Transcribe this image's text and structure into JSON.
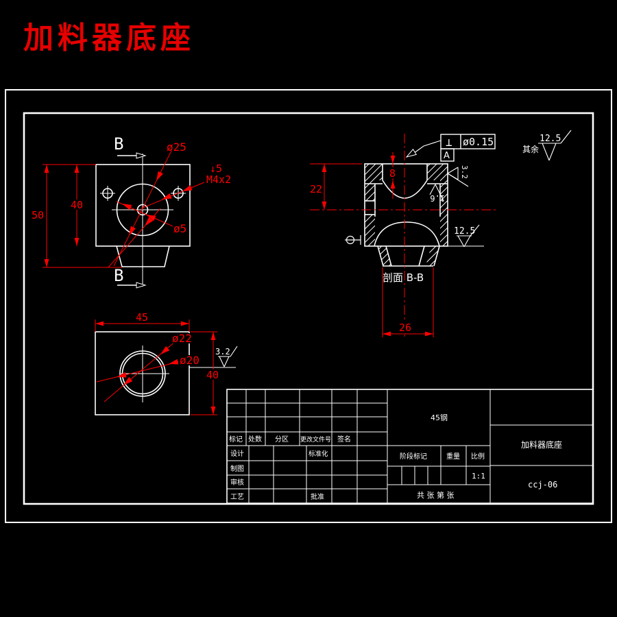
{
  "title": "加料器底座",
  "colors": {
    "background": "#000000",
    "line": "#ffffff",
    "dimension": "#ff0000",
    "title_red": "#e60000"
  },
  "front_view": {
    "section_letter": "B",
    "dim_height_outer": "50",
    "dim_height_inner": "40",
    "label_bore": "ø25",
    "label_depth": "↓5",
    "label_thread": "M4x2",
    "label_hole": "ø5"
  },
  "section_view": {
    "name": "剖面 B-B",
    "dim_left": "22",
    "dim_depth": "8",
    "dim_width": "26",
    "tolerance": {
      "symbol": "⊥",
      "value": "ø0.15",
      "datum": "A"
    },
    "roughness_inner": "1.6",
    "roughness_side": "3.2",
    "roughness_bottom": "12.5"
  },
  "top_view": {
    "dim_width": "45",
    "dim_height": "40",
    "label_outer": "ø22",
    "label_inner": "ø20",
    "roughness": "3.2"
  },
  "general_note": {
    "prefix": "其余",
    "roughness": "12.5"
  },
  "title_block": {
    "revision_headers": [
      "标记",
      "处数",
      "分区",
      "更改文件号",
      "签名"
    ],
    "roles": {
      "design": "设计",
      "standardization": "标准化",
      "draft": "制图",
      "check": "审核",
      "process": "工艺",
      "approve": "批准"
    },
    "material": "45钢",
    "stage_label": "阶段标记",
    "weight_label": "重量",
    "scale_label": "比例",
    "scale_value": "1:1",
    "sheet_note": "共 张 第 张",
    "part_name": "加料器底座",
    "drawing_number": "ccj-06"
  }
}
